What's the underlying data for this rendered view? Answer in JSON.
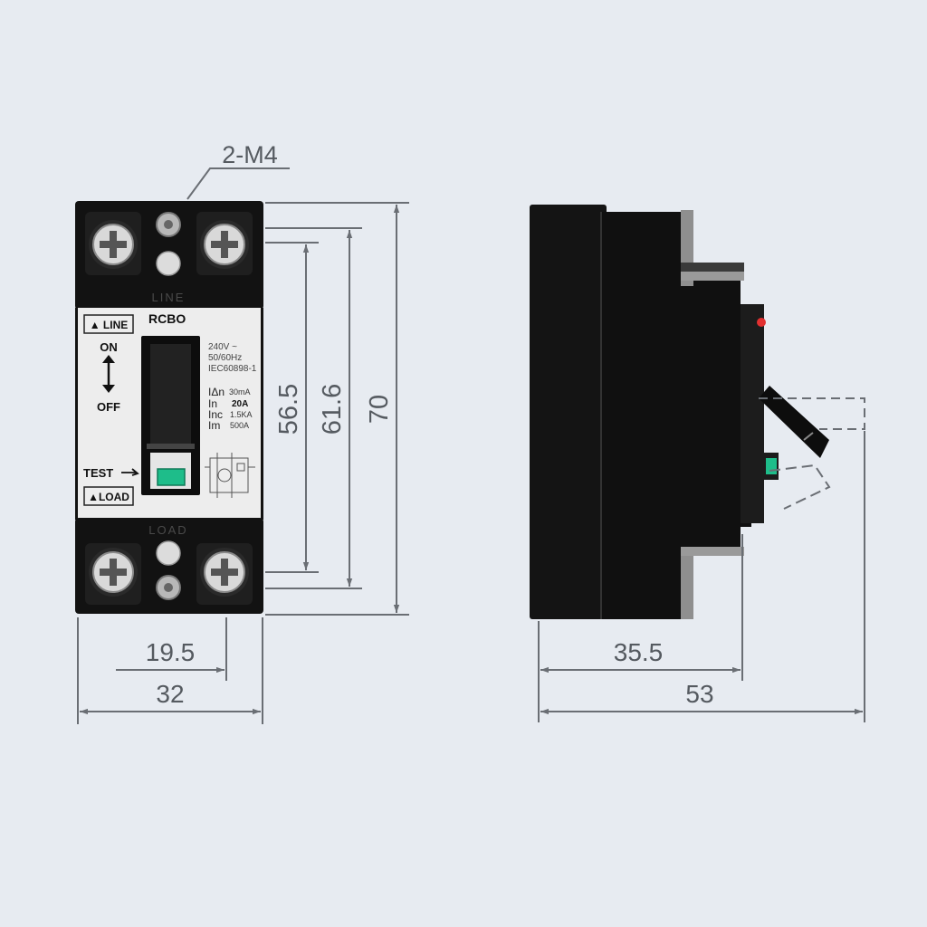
{
  "colors": {
    "background": "#e7ebf1",
    "body": "#121212",
    "label_panel": "#ededed",
    "dimension_line": "#6a6e74",
    "test_button": "#1ebd8a",
    "indicator": "#e23030"
  },
  "callout": {
    "label": "2-M4"
  },
  "front": {
    "top_label": "LINE",
    "bottom_label": "LOAD",
    "panel": {
      "line_tag": "▲ LINE",
      "load_tag": "▲LOAD",
      "brand": "RCBO",
      "on": "ON",
      "off": "OFF",
      "test": "TEST",
      "specs_top": [
        "240V ~",
        "50/60Hz",
        "IEC60898-1"
      ],
      "ratings": [
        {
          "name": "IΔn",
          "value": "30mA"
        },
        {
          "name": "In",
          "value": "20A"
        },
        {
          "name": "Inc",
          "value": "1.5KA"
        },
        {
          "name": "Im",
          "value": "500A"
        }
      ]
    }
  },
  "dimensions": {
    "height_1": "56.5",
    "height_2": "61.6",
    "height_3": "70",
    "width_1": "19.5",
    "width_2": "32",
    "depth_1": "35.5",
    "depth_2": "53"
  },
  "icons": [
    "terminal-screw-icon",
    "mounting-screw-icon",
    "updown-arrow-icon",
    "circuit-diagram-icon"
  ]
}
